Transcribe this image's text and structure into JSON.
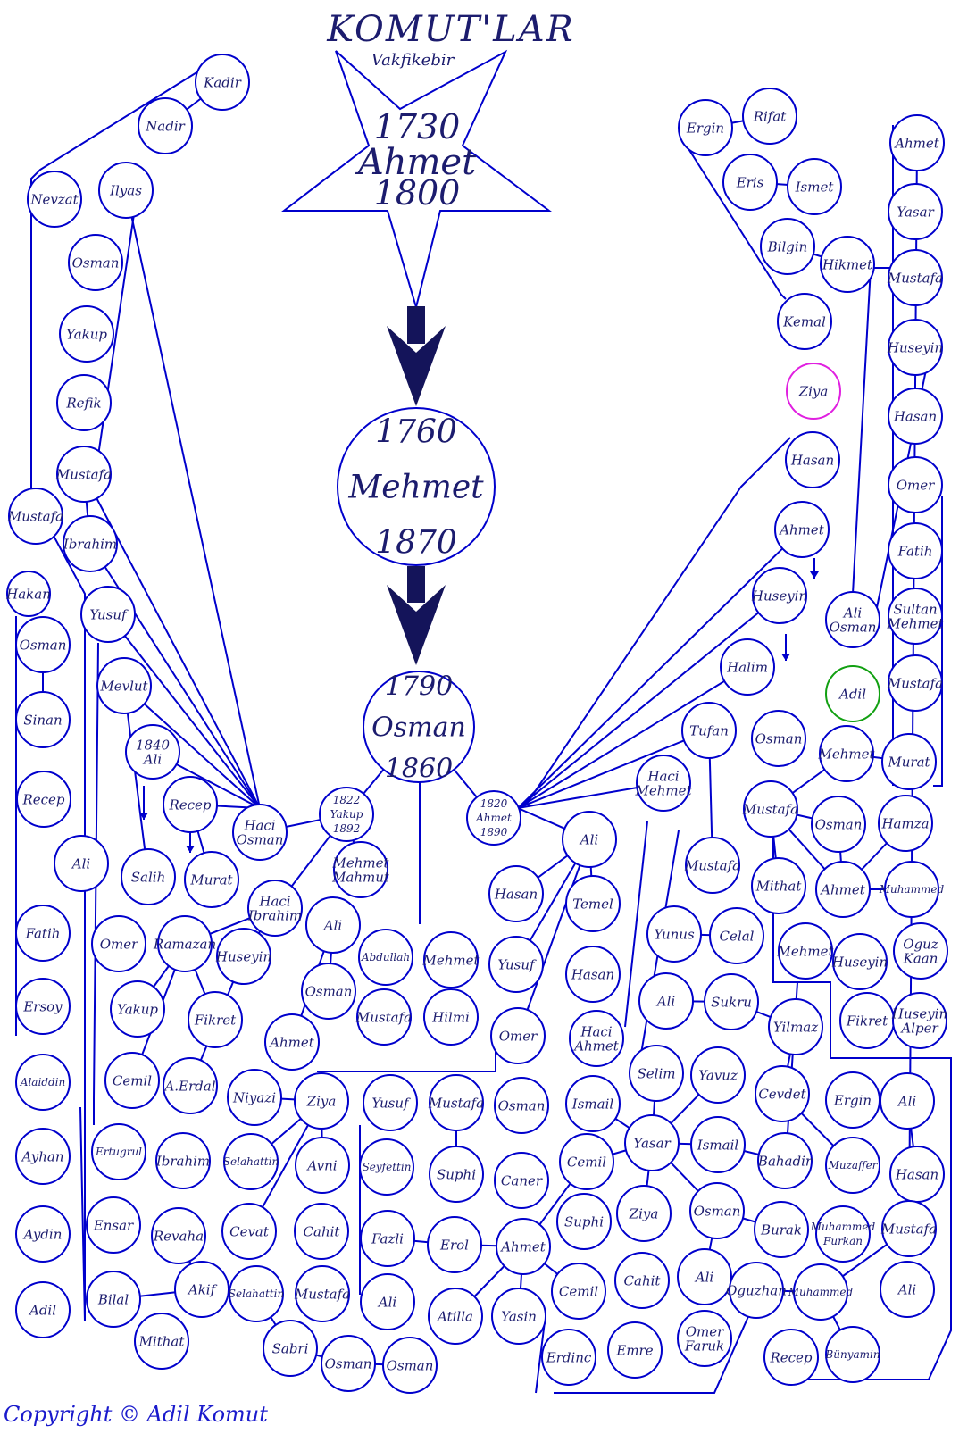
{
  "title": "KOMUT'LAR",
  "copyright": "Copyright © Adil Komut",
  "colors": {
    "line": "#0000cc",
    "text": "#1c1c6e",
    "arrow": "#14145a",
    "highlight_pink": "#e020e0",
    "highlight_green": "#12a012"
  },
  "root": {
    "place": "Vakfikebir",
    "lines": [
      "1730",
      "Ahmet",
      "1800"
    ]
  },
  "nodes": [
    {
      "id": "mehmet",
      "lines": [
        "1760",
        "Mehmet",
        "1870"
      ]
    },
    {
      "id": "osman",
      "lines": [
        "1790",
        "Osman",
        "1860"
      ]
    },
    {
      "id": "yakup",
      "lines": [
        "1822",
        "Yakup",
        "1892"
      ]
    },
    {
      "id": "ahmet1820",
      "lines": [
        "1820",
        "Ahmet",
        "1890"
      ]
    },
    {
      "id": "ali1840",
      "lines": [
        "1840",
        "Ali"
      ]
    },
    {
      "id": "kadir",
      "lines": [
        "Kadir"
      ]
    },
    {
      "id": "nadir",
      "lines": [
        "Nadir"
      ]
    },
    {
      "id": "nevzat",
      "lines": [
        "Nevzat"
      ]
    },
    {
      "id": "ilyas",
      "lines": [
        "Ilyas"
      ]
    },
    {
      "id": "osmanL",
      "lines": [
        "Osman"
      ]
    },
    {
      "id": "yakupL",
      "lines": [
        "Yakup"
      ]
    },
    {
      "id": "refik",
      "lines": [
        "Refik"
      ]
    },
    {
      "id": "mustafaL",
      "lines": [
        "Mustafa"
      ]
    },
    {
      "id": "mustafaL2",
      "lines": [
        "Mustafa"
      ]
    },
    {
      "id": "ibrahimL",
      "lines": [
        "Ibrahim"
      ]
    },
    {
      "id": "hakan",
      "lines": [
        "Hakan"
      ]
    },
    {
      "id": "yusufL",
      "lines": [
        "Yusuf"
      ]
    },
    {
      "id": "osmanL2",
      "lines": [
        "Osman"
      ]
    },
    {
      "id": "sinan",
      "lines": [
        "Sinan"
      ]
    },
    {
      "id": "mevlut",
      "lines": [
        "Mevlut"
      ]
    },
    {
      "id": "recepL",
      "lines": [
        "Recep"
      ]
    },
    {
      "id": "recep2",
      "lines": [
        "Recep"
      ]
    },
    {
      "id": "haciosman",
      "lines": [
        "Haci",
        "Osman"
      ]
    },
    {
      "id": "salih",
      "lines": [
        "Salih"
      ]
    },
    {
      "id": "murat1",
      "lines": [
        "Murat"
      ]
    },
    {
      "id": "aliL",
      "lines": [
        "Ali"
      ]
    },
    {
      "id": "fatihL",
      "lines": [
        "Fatih"
      ]
    },
    {
      "id": "ersoy",
      "lines": [
        "Ersoy"
      ]
    },
    {
      "id": "alaiddin",
      "lines": [
        "Alaiddin"
      ]
    },
    {
      "id": "ayhan",
      "lines": [
        "Ayhan"
      ]
    },
    {
      "id": "aydin",
      "lines": [
        "Aydin"
      ]
    },
    {
      "id": "adilL",
      "lines": [
        "Adil"
      ]
    },
    {
      "id": "omerL",
      "lines": [
        "Omer"
      ]
    },
    {
      "id": "ramazan",
      "lines": [
        "Ramazan"
      ]
    },
    {
      "id": "huseyinL",
      "lines": [
        "Huseyin"
      ]
    },
    {
      "id": "haciibrahim",
      "lines": [
        "Haci",
        "Ibrahim"
      ]
    },
    {
      "id": "mehmetmahmut",
      "lines": [
        "Mehmet",
        "Mahmut"
      ]
    },
    {
      "id": "ali2",
      "lines": [
        "Ali"
      ]
    },
    {
      "id": "yakup2",
      "lines": [
        "Yakup"
      ]
    },
    {
      "id": "fikret1",
      "lines": [
        "Fikret"
      ]
    },
    {
      "id": "cemil1",
      "lines": [
        "Cemil"
      ]
    },
    {
      "id": "aerdal",
      "lines": [
        "A.Erdal"
      ]
    },
    {
      "id": "ertugrul",
      "lines": [
        "Ertugrul"
      ]
    },
    {
      "id": "ibrahim2",
      "lines": [
        "Ibrahim"
      ]
    },
    {
      "id": "ensar",
      "lines": [
        "Ensar"
      ]
    },
    {
      "id": "revaha",
      "lines": [
        "Revaha"
      ]
    },
    {
      "id": "bilal",
      "lines": [
        "Bilal"
      ]
    },
    {
      "id": "akif",
      "lines": [
        "Akif"
      ]
    },
    {
      "id": "mithat1",
      "lines": [
        "Mithat"
      ]
    },
    {
      "id": "osman3",
      "lines": [
        "Osman"
      ]
    },
    {
      "id": "ahmet2",
      "lines": [
        "Ahmet"
      ]
    },
    {
      "id": "abdullah",
      "lines": [
        "Abdullah"
      ]
    },
    {
      "id": "mehmet2",
      "lines": [
        "Mehmet"
      ]
    },
    {
      "id": "mustafa3",
      "lines": [
        "Mustafa"
      ]
    },
    {
      "id": "hilmi",
      "lines": [
        "Hilmi"
      ]
    },
    {
      "id": "niyazi",
      "lines": [
        "Niyazi"
      ]
    },
    {
      "id": "ziya1",
      "lines": [
        "Ziya"
      ]
    },
    {
      "id": "yusuf2",
      "lines": [
        "Yusuf"
      ]
    },
    {
      "id": "mustafa4",
      "lines": [
        "Mustafa"
      ]
    },
    {
      "id": "selahattin1",
      "lines": [
        "Selahattin"
      ]
    },
    {
      "id": "avni",
      "lines": [
        "Avni"
      ]
    },
    {
      "id": "seyfettin",
      "lines": [
        "Seyfettin"
      ]
    },
    {
      "id": "suphi1",
      "lines": [
        "Suphi"
      ]
    },
    {
      "id": "cevat",
      "lines": [
        "Cevat"
      ]
    },
    {
      "id": "cahit1",
      "lines": [
        "Cahit"
      ]
    },
    {
      "id": "fazli",
      "lines": [
        "Fazli"
      ]
    },
    {
      "id": "erol",
      "lines": [
        "Erol"
      ]
    },
    {
      "id": "selahattin2",
      "lines": [
        "Selahattin"
      ]
    },
    {
      "id": "mustafa5",
      "lines": [
        "Mustafa"
      ]
    },
    {
      "id": "ali3",
      "lines": [
        "Ali"
      ]
    },
    {
      "id": "sabri",
      "lines": [
        "Sabri"
      ]
    },
    {
      "id": "osman4",
      "lines": [
        "Osman"
      ]
    },
    {
      "id": "osman5",
      "lines": [
        "Osman"
      ]
    },
    {
      "id": "ali4",
      "lines": [
        "Ali"
      ]
    },
    {
      "id": "hasan1",
      "lines": [
        "Hasan"
      ]
    },
    {
      "id": "temel",
      "lines": [
        "Temel"
      ]
    },
    {
      "id": "yusuf3",
      "lines": [
        "Yusuf"
      ]
    },
    {
      "id": "hasan2",
      "lines": [
        "Hasan"
      ]
    },
    {
      "id": "omer2",
      "lines": [
        "Omer"
      ]
    },
    {
      "id": "haciahmet",
      "lines": [
        "Haci",
        "Ahmet"
      ]
    },
    {
      "id": "osman6",
      "lines": [
        "Osman"
      ]
    },
    {
      "id": "ismail1",
      "lines": [
        "Ismail"
      ]
    },
    {
      "id": "caner",
      "lines": [
        "Caner"
      ]
    },
    {
      "id": "cemil2",
      "lines": [
        "Cemil"
      ]
    },
    {
      "id": "ahmet3",
      "lines": [
        "Ahmet"
      ]
    },
    {
      "id": "suphi2",
      "lines": [
        "Suphi"
      ]
    },
    {
      "id": "atilla",
      "lines": [
        "Atilla"
      ]
    },
    {
      "id": "yasin",
      "lines": [
        "Yasin"
      ]
    },
    {
      "id": "cemil3",
      "lines": [
        "Cemil"
      ]
    },
    {
      "id": "erdinc",
      "lines": [
        "Erdinc"
      ]
    },
    {
      "id": "emre",
      "lines": [
        "Emre"
      ]
    },
    {
      "id": "hacimehmet",
      "lines": [
        "Haci",
        "Mehmet"
      ]
    },
    {
      "id": "tufan",
      "lines": [
        "Tufan"
      ]
    },
    {
      "id": "mustafa6",
      "lines": [
        "Mustafa"
      ]
    },
    {
      "id": "yunus",
      "lines": [
        "Yunus"
      ]
    },
    {
      "id": "celal",
      "lines": [
        "Celal"
      ]
    },
    {
      "id": "ali5",
      "lines": [
        "Ali"
      ]
    },
    {
      "id": "sukru",
      "lines": [
        "Sukru"
      ]
    },
    {
      "id": "yilmaz",
      "lines": [
        "Yilmaz"
      ]
    },
    {
      "id": "selim",
      "lines": [
        "Selim"
      ]
    },
    {
      "id": "yavuz",
      "lines": [
        "Yavuz"
      ]
    },
    {
      "id": "cevdet",
      "lines": [
        "Cevdet"
      ]
    },
    {
      "id": "yasar1",
      "lines": [
        "Yasar"
      ]
    },
    {
      "id": "ismail2",
      "lines": [
        "Ismail"
      ]
    },
    {
      "id": "bahadir",
      "lines": [
        "Bahadir"
      ]
    },
    {
      "id": "ziya2",
      "lines": [
        "Ziya"
      ]
    },
    {
      "id": "osman7",
      "lines": [
        "Osman"
      ]
    },
    {
      "id": "cahit2",
      "lines": [
        "Cahit"
      ]
    },
    {
      "id": "ali6",
      "lines": [
        "Ali"
      ]
    },
    {
      "id": "omerfaruk",
      "lines": [
        "Omer",
        "Faruk"
      ]
    },
    {
      "id": "oguzhan",
      "lines": [
        "Oguzhan"
      ]
    },
    {
      "id": "burak",
      "lines": [
        "Burak"
      ]
    },
    {
      "id": "muhammedfurkan",
      "lines": [
        "Muhammed",
        "Furkan"
      ]
    },
    {
      "id": "muhammed2",
      "lines": [
        "Muhammed"
      ]
    },
    {
      "id": "recep3",
      "lines": [
        "Recep"
      ]
    },
    {
      "id": "bunyamin",
      "lines": [
        "Bünyamin"
      ]
    },
    {
      "id": "ahmet4",
      "lines": [
        "Ahmet"
      ]
    },
    {
      "id": "ergin2",
      "lines": [
        "Ergin"
      ]
    },
    {
      "id": "ali7",
      "lines": [
        "Ali"
      ]
    },
    {
      "id": "muzaffer",
      "lines": [
        "Muzaffer"
      ]
    },
    {
      "id": "hasan3",
      "lines": [
        "Hasan"
      ]
    },
    {
      "id": "mustafa7",
      "lines": [
        "Mustafa"
      ]
    },
    {
      "id": "ali8",
      "lines": [
        "Ali"
      ]
    },
    {
      "id": "ergin1",
      "lines": [
        "Ergin"
      ]
    },
    {
      "id": "rifat",
      "lines": [
        "Rifat"
      ]
    },
    {
      "id": "eris",
      "lines": [
        "Eris"
      ]
    },
    {
      "id": "ismet",
      "lines": [
        "Ismet"
      ]
    },
    {
      "id": "bilgin",
      "lines": [
        "Bilgin"
      ]
    },
    {
      "id": "hikmet",
      "lines": [
        "Hikmet"
      ]
    },
    {
      "id": "kemal",
      "lines": [
        "Kemal"
      ]
    },
    {
      "id": "ziyaR",
      "lines": [
        "Ziya"
      ]
    },
    {
      "id": "hasanR",
      "lines": [
        "Hasan"
      ]
    },
    {
      "id": "ahmetR",
      "lines": [
        "Ahmet"
      ]
    },
    {
      "id": "huseyinR",
      "lines": [
        "Huseyin"
      ]
    },
    {
      "id": "halim",
      "lines": [
        "Halim"
      ]
    },
    {
      "id": "osmanR",
      "lines": [
        "Osman"
      ]
    },
    {
      "id": "aliosman",
      "lines": [
        "Ali",
        "Osman"
      ]
    },
    {
      "id": "adilR",
      "lines": [
        "Adil"
      ]
    },
    {
      "id": "mehmetR",
      "lines": [
        "Mehmet"
      ]
    },
    {
      "id": "mustafaR",
      "lines": [
        "Mustafa"
      ]
    },
    {
      "id": "osmanR2",
      "lines": [
        "Osman"
      ]
    },
    {
      "id": "hamza",
      "lines": [
        "Hamza"
      ]
    },
    {
      "id": "mithat2",
      "lines": [
        "Mithat"
      ]
    },
    {
      "id": "ahmetR2",
      "lines": [
        "Ahmet"
      ]
    },
    {
      "id": "muhammedR",
      "lines": [
        "Muhammed"
      ]
    },
    {
      "id": "mehmetR2",
      "lines": [
        "Mehmet"
      ]
    },
    {
      "id": "huseyinR2",
      "lines": [
        "Huseyin"
      ]
    },
    {
      "id": "oguzkaan",
      "lines": [
        "Oguz",
        "Kaan"
      ]
    },
    {
      "id": "fikret2",
      "lines": [
        "Fikret"
      ]
    },
    {
      "id": "huseyinalper",
      "lines": [
        "Huseyin",
        "Alper"
      ]
    },
    {
      "id": "ahmetFR",
      "lines": [
        "Ahmet"
      ]
    },
    {
      "id": "yasarFR",
      "lines": [
        "Yasar"
      ]
    },
    {
      "id": "mustafaFR",
      "lines": [
        "Mustafa"
      ]
    },
    {
      "id": "huseyinFR",
      "lines": [
        "Huseyin"
      ]
    },
    {
      "id": "hasanFR",
      "lines": [
        "Hasan"
      ]
    },
    {
      "id": "omerFR",
      "lines": [
        "Omer"
      ]
    },
    {
      "id": "fatihFR",
      "lines": [
        "Fatih"
      ]
    },
    {
      "id": "sultanmehmet",
      "lines": [
        "Sultan",
        "Mehmet"
      ]
    },
    {
      "id": "mustafaFR2",
      "lines": [
        "Mustafa"
      ]
    },
    {
      "id": "muratFR",
      "lines": [
        "Murat"
      ]
    }
  ]
}
